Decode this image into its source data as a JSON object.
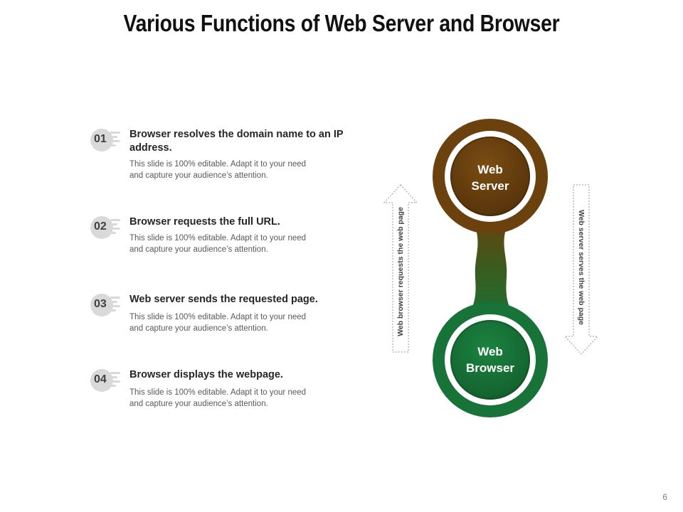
{
  "title": "Various Functions of Web Server and Browser",
  "steps": [
    {
      "number": "01",
      "heading": "Browser resolves the domain name to an IP address.",
      "description": "This slide is 100% editable. Adapt it to your need and capture your audience’s attention."
    },
    {
      "number": "02",
      "heading": "Browser requests the full URL.",
      "description": "This slide is 100% editable. Adapt it to your need and capture your audience’s attention."
    },
    {
      "number": "03",
      "heading": "Web server sends the requested page.",
      "description": "This slide is 100% editable. Adapt it to your need and capture your audience’s attention."
    },
    {
      "number": "04",
      "heading": "Browser displays the webpage.",
      "description": "This slide is 100% editable. Adapt it to your need and capture your audience’s attention."
    }
  ],
  "diagram": {
    "server_label_line1": "Web",
    "server_label_line2": "Server",
    "browser_label_line1": "Web",
    "browser_label_line2": "Browser",
    "up_arrow_text": "Web browser requests the web page",
    "down_arrow_text": "Web server serves the web page",
    "colors": {
      "server": "#6b410e",
      "browser": "#177338",
      "badge": "#d9d9d9"
    }
  },
  "page_number": "6"
}
